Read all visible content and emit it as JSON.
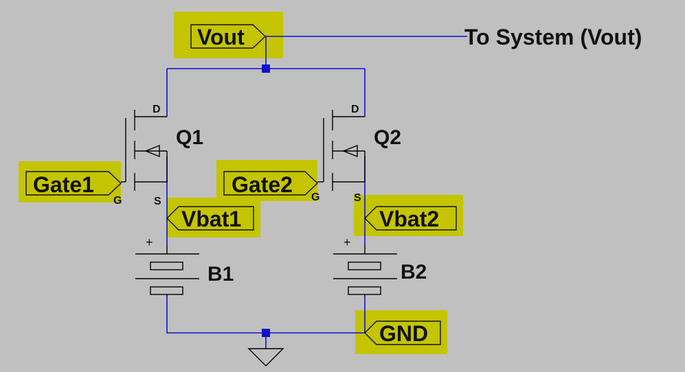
{
  "colors": {
    "background": "#c0c0c0",
    "wire": "#1010cc",
    "highlight": "#c4c400",
    "junction": "#1010cc"
  },
  "net_labels": {
    "vout": "Vout",
    "gate1": "Gate1",
    "gate2": "Gate2",
    "vbat1": "Vbat1",
    "vbat2": "Vbat2",
    "gnd": "GND"
  },
  "output_text": "To System (Vout)",
  "components": {
    "q1": {
      "ref": "Q1",
      "pin_d": "D",
      "pin_g": "G",
      "pin_s": "S"
    },
    "q2": {
      "ref": "Q2",
      "pin_d": "D",
      "pin_g": "G",
      "pin_s": "S"
    },
    "b1": {
      "ref": "B1",
      "polarity": "+"
    },
    "b2": {
      "ref": "B2",
      "polarity": "+"
    }
  },
  "icons": {
    "ground": "ground-symbol-icon",
    "junction": "junction-dot-icon"
  }
}
